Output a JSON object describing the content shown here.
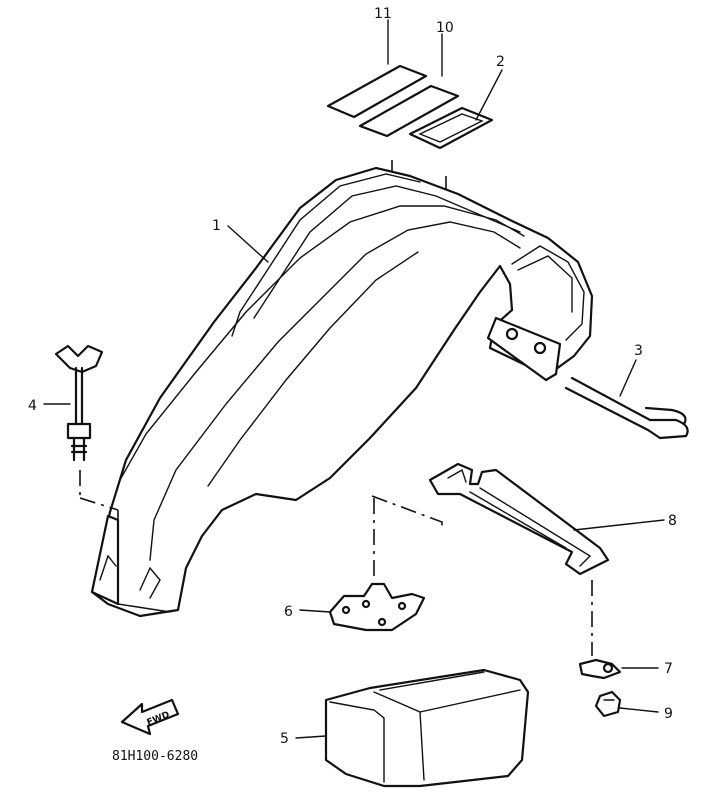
{
  "callouts": {
    "p1": "1",
    "p2": "2",
    "p3": "3",
    "p4": "4",
    "p5": "5",
    "p6": "6",
    "p7": "7",
    "p8": "8",
    "p9": "9",
    "p10": "10",
    "p11": "11"
  },
  "direction_arrow": {
    "label": "FWD",
    "icon": "fwd-arrow-icon"
  },
  "diagram_code": "81H100-6280",
  "colors": {
    "ink": "#111111",
    "paper": "#ffffff"
  }
}
